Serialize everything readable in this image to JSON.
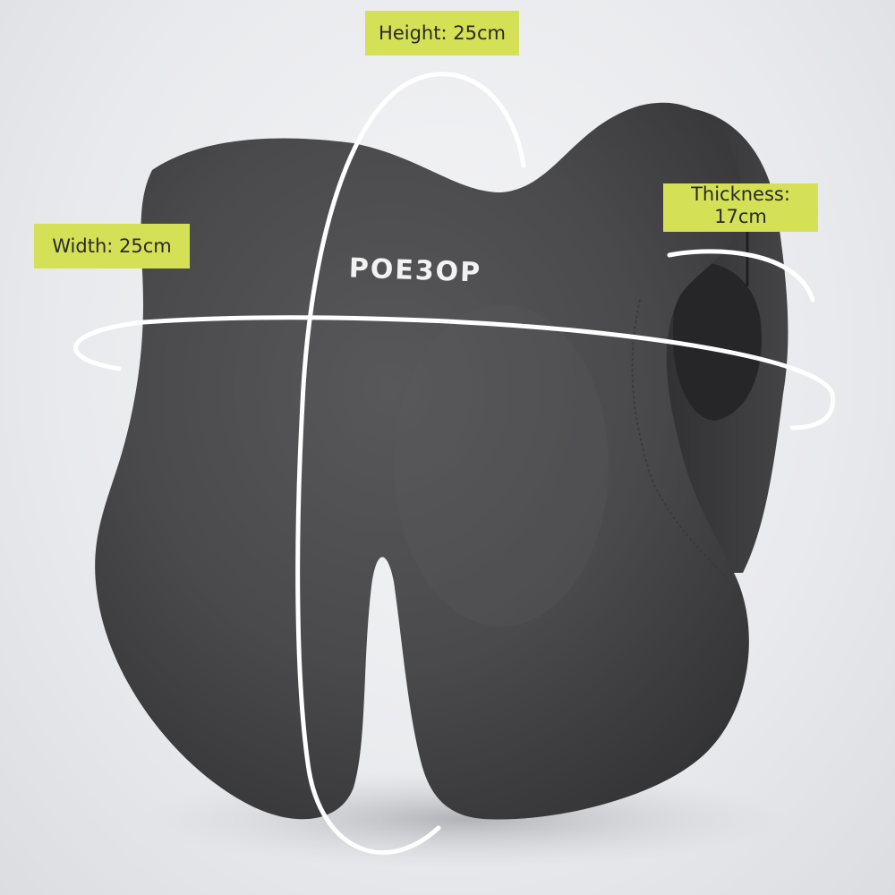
{
  "image": {
    "subject": "grey memory foam car seat neck pillow",
    "colors": {
      "background": "#ebecef",
      "pillow": "#4b4b4d",
      "pillow_shadow": "#2f2f31",
      "measure_lines": "#ffffff",
      "label_bg": "#d4e157",
      "label_text": "#2a2a2a"
    }
  },
  "logo": {
    "text": "POE3OP"
  },
  "dimensions": {
    "height": "Height: 25cm",
    "width": "Width: 25cm",
    "thickness_line1": "Thickness:",
    "thickness_line2": "17cm"
  }
}
